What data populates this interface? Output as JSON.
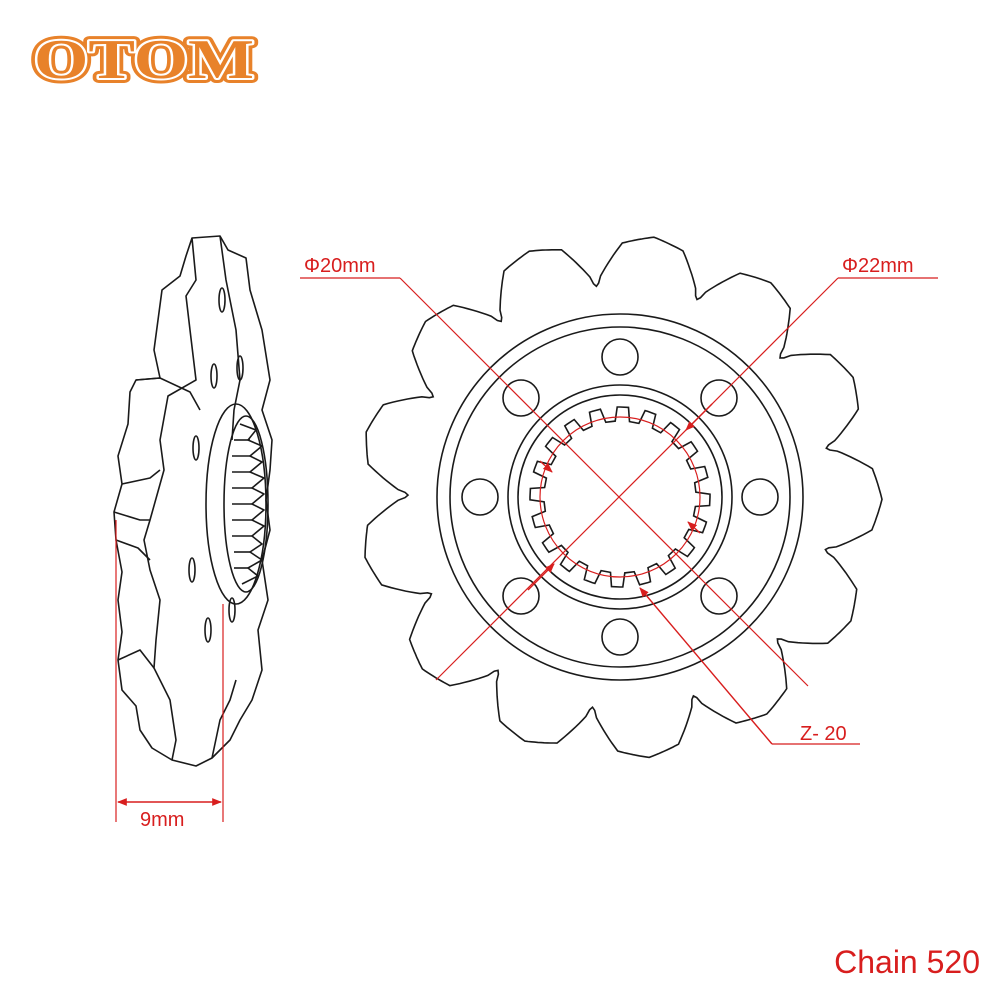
{
  "brand": {
    "logo_text": "OTOM",
    "logo_color": "#e8822a"
  },
  "dimensions": {
    "bore_diameter": "Φ20mm",
    "spline_diameter": "Φ22mm",
    "spline_teeth": "Z- 20",
    "thickness": "9mm"
  },
  "footer": {
    "chain_label": "Chain 520"
  },
  "colors": {
    "outline": "#1a1a1a",
    "dimension": "#d81e1e"
  },
  "drawing": {
    "front_view_teeth": 13,
    "bolt_holes": 8
  }
}
